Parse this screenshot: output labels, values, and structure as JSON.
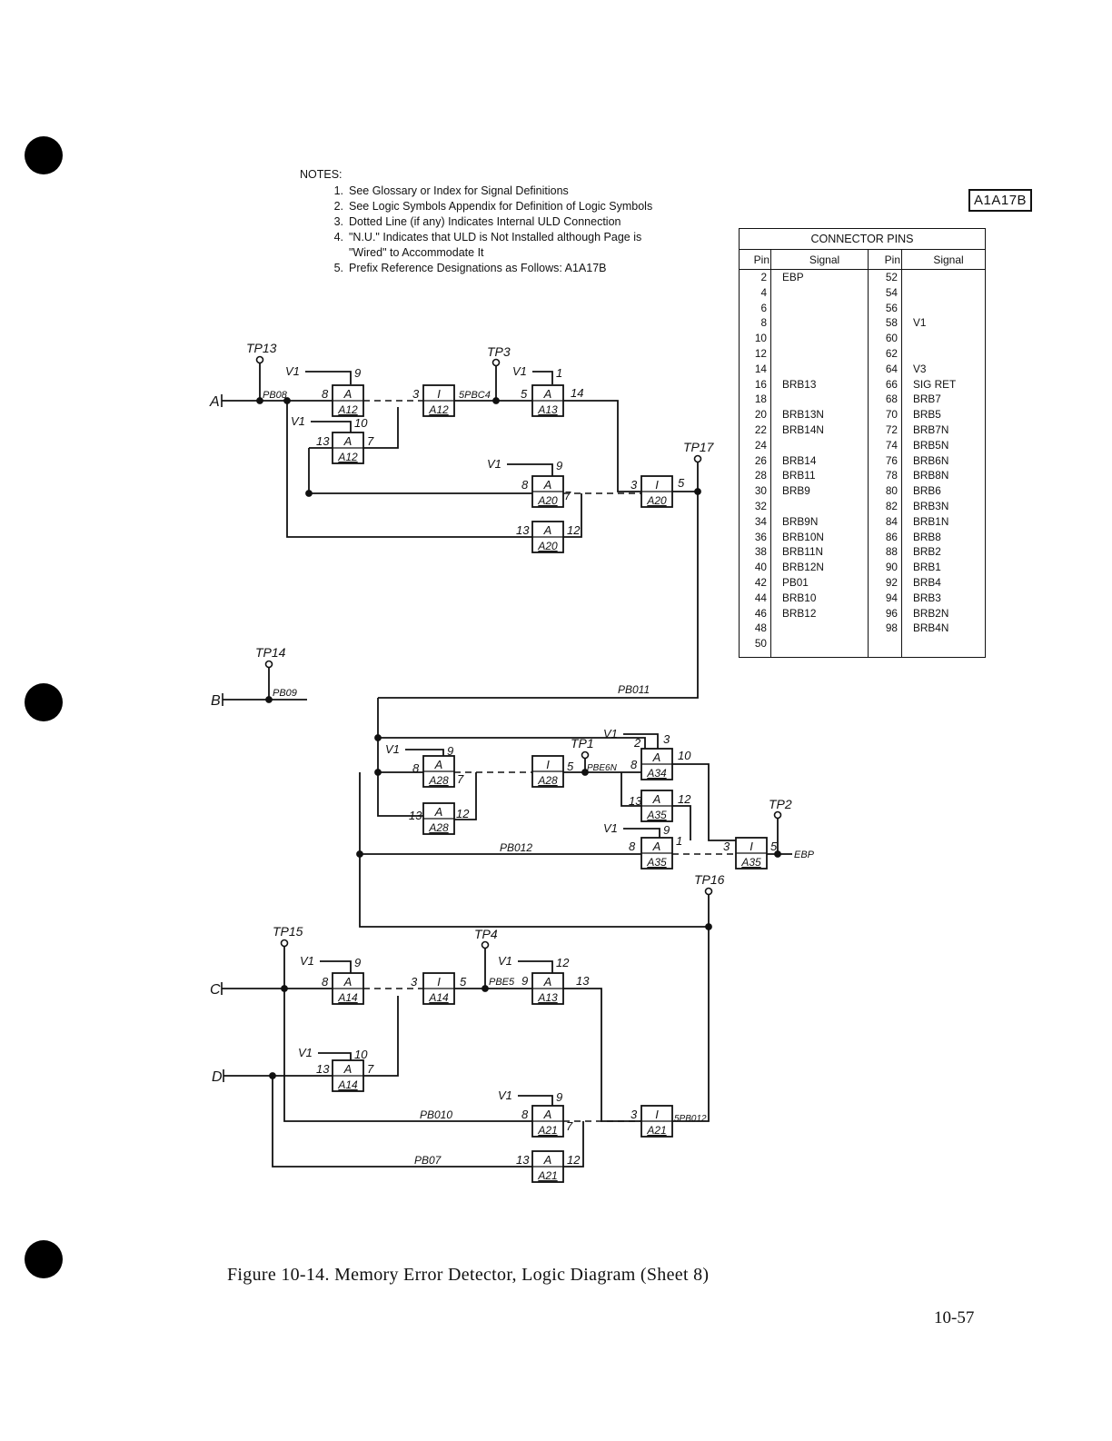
{
  "notes": {
    "heading": "NOTES:",
    "items": [
      {
        "num": "1.",
        "text": "See Glossary or Index for Signal Definitions"
      },
      {
        "num": "2.",
        "text": "See Logic Symbols Appendix for Definition of Logic Symbols"
      },
      {
        "num": "3.",
        "text": "Dotted Line (if any) Indicates Internal ULD Connection"
      },
      {
        "num": "4.",
        "text": "\"N.U.\" Indicates that ULD is Not Installed although Page is \"Wired\" to Accommodate It"
      },
      {
        "num": "5.",
        "text": "Prefix Reference Designations as Follows: A1A17B"
      }
    ]
  },
  "page_id": "A1A17B",
  "connector": {
    "title": "CONNECTOR PINS",
    "headers": [
      "Pin",
      "Signal",
      "Pin",
      "Signal"
    ],
    "rows": [
      [
        "2",
        "EBP",
        "52",
        ""
      ],
      [
        "4",
        "",
        "54",
        ""
      ],
      [
        "6",
        "",
        "56",
        ""
      ],
      [
        "8",
        "",
        "58",
        "V1"
      ],
      [
        "10",
        "",
        "60",
        ""
      ],
      [
        "12",
        "",
        "62",
        ""
      ],
      [
        "14",
        "",
        "64",
        "V3"
      ],
      [
        "16",
        "BRB13",
        "66",
        "SIG RET"
      ],
      [
        "18",
        "",
        "68",
        "BRB7"
      ],
      [
        "20",
        "BRB13N",
        "70",
        "BRB5"
      ],
      [
        "22",
        "BRB14N",
        "72",
        "BRB7N"
      ],
      [
        "24",
        "",
        "74",
        "BRB5N"
      ],
      [
        "26",
        "BRB14",
        "76",
        "BRB6N"
      ],
      [
        "28",
        "BRB11",
        "78",
        "BRB8N"
      ],
      [
        "30",
        "BRB9",
        "80",
        "BRB6"
      ],
      [
        "32",
        "",
        "82",
        "BRB3N"
      ],
      [
        "34",
        "BRB9N",
        "84",
        "BRB1N"
      ],
      [
        "36",
        "BRB10N",
        "86",
        "BRB8"
      ],
      [
        "38",
        "BRB11N",
        "88",
        "BRB2"
      ],
      [
        "40",
        "BRB12N",
        "90",
        "BRB1"
      ],
      [
        "42",
        "PB01",
        "92",
        "BRB4"
      ],
      [
        "44",
        "BRB10",
        "94",
        "BRB3"
      ],
      [
        "46",
        "BRB12",
        "96",
        "BRB2N"
      ],
      [
        "48",
        "",
        "98",
        "BRB4N"
      ],
      [
        "50",
        "",
        "",
        ""
      ]
    ]
  },
  "diagram": {
    "inputs": [
      "A",
      "B",
      "C",
      "D"
    ],
    "test_points": [
      "TP13",
      "TP3",
      "TP17",
      "TP14",
      "TP1",
      "TP2",
      "TP16",
      "TP15",
      "TP4"
    ],
    "signals": [
      "PB08",
      "5PBC4",
      "PB09",
      "PB011",
      "PBE6N",
      "PB012",
      "EBP",
      "PBE5",
      "PB010",
      "PB07",
      "5PB012"
    ],
    "supply": "V1",
    "gate_types": {
      "and": "A",
      "inverter": "I"
    },
    "refs": [
      "A12",
      "A13",
      "A20",
      "A28",
      "A34",
      "A35",
      "A14",
      "A21"
    ],
    "pins": [
      "1",
      "2",
      "3",
      "5",
      "7",
      "8",
      "9",
      "10",
      "12",
      "13",
      "14"
    ]
  },
  "caption": "Figure 10-14.  Memory Error Detector, Logic Diagram (Sheet 8)",
  "page_number": "10-57"
}
